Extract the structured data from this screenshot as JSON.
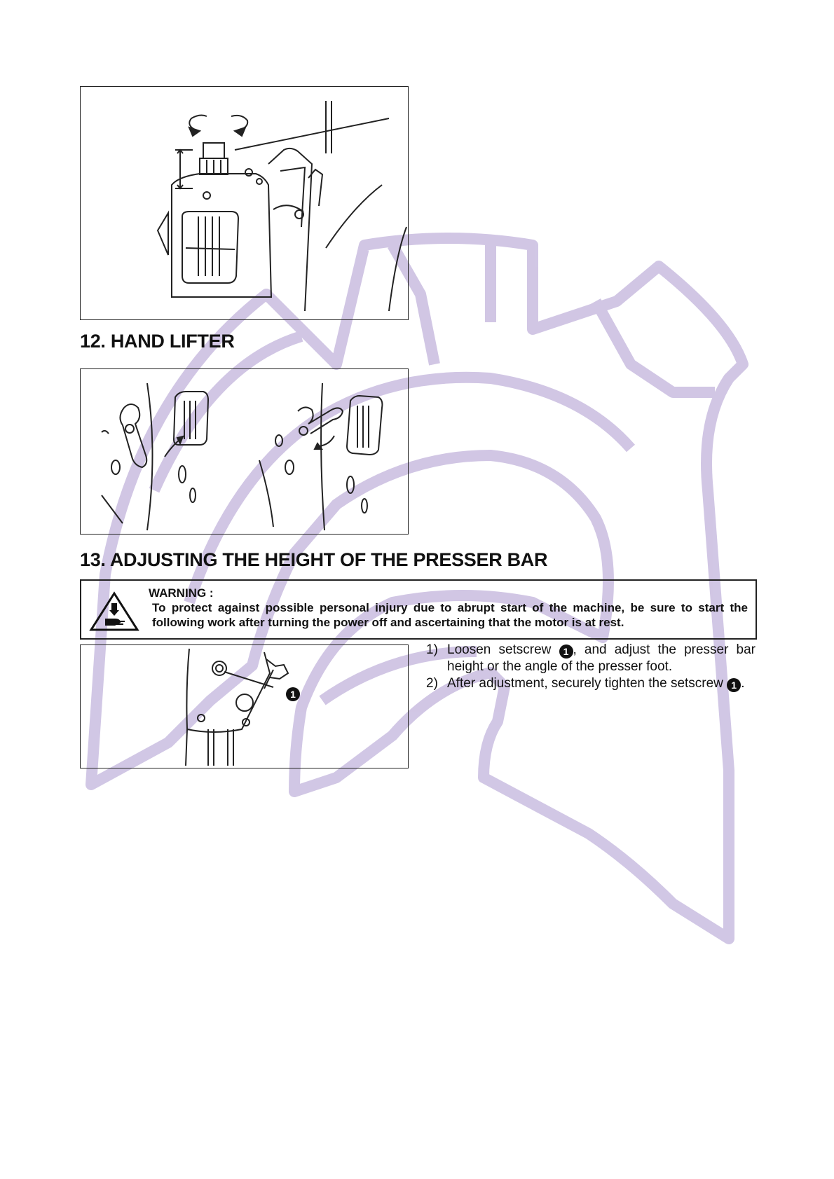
{
  "sections": {
    "hand_lifter": {
      "heading": "12. HAND LIFTER"
    },
    "presser_bar": {
      "heading": "13. ADJUSTING THE HEIGHT OF THE PRESSER BAR",
      "warning": {
        "title": "WARNING :",
        "text": "To protect against possible personal injury due to abrupt start of the machine, be sure to start the following work after turning the power off and ascertaining that the motor is at rest."
      },
      "callout_number": "1",
      "steps": [
        {
          "num": "1)",
          "before": "Loosen setscrew ",
          "mark": "1",
          "after": ", and adjust the presser bar height or the angle of the presser foot."
        },
        {
          "num": "2)",
          "before": "After adjustment, securely tighten the setscrew ",
          "mark": "1",
          "after": "."
        }
      ]
    }
  },
  "colors": {
    "watermark": "#c9bde0",
    "line_art": "#222222"
  },
  "icons": [
    "rotation-arrows-icon",
    "lift-arrow-icon",
    "hand-caution-icon",
    "numbered-callout-icon"
  ]
}
